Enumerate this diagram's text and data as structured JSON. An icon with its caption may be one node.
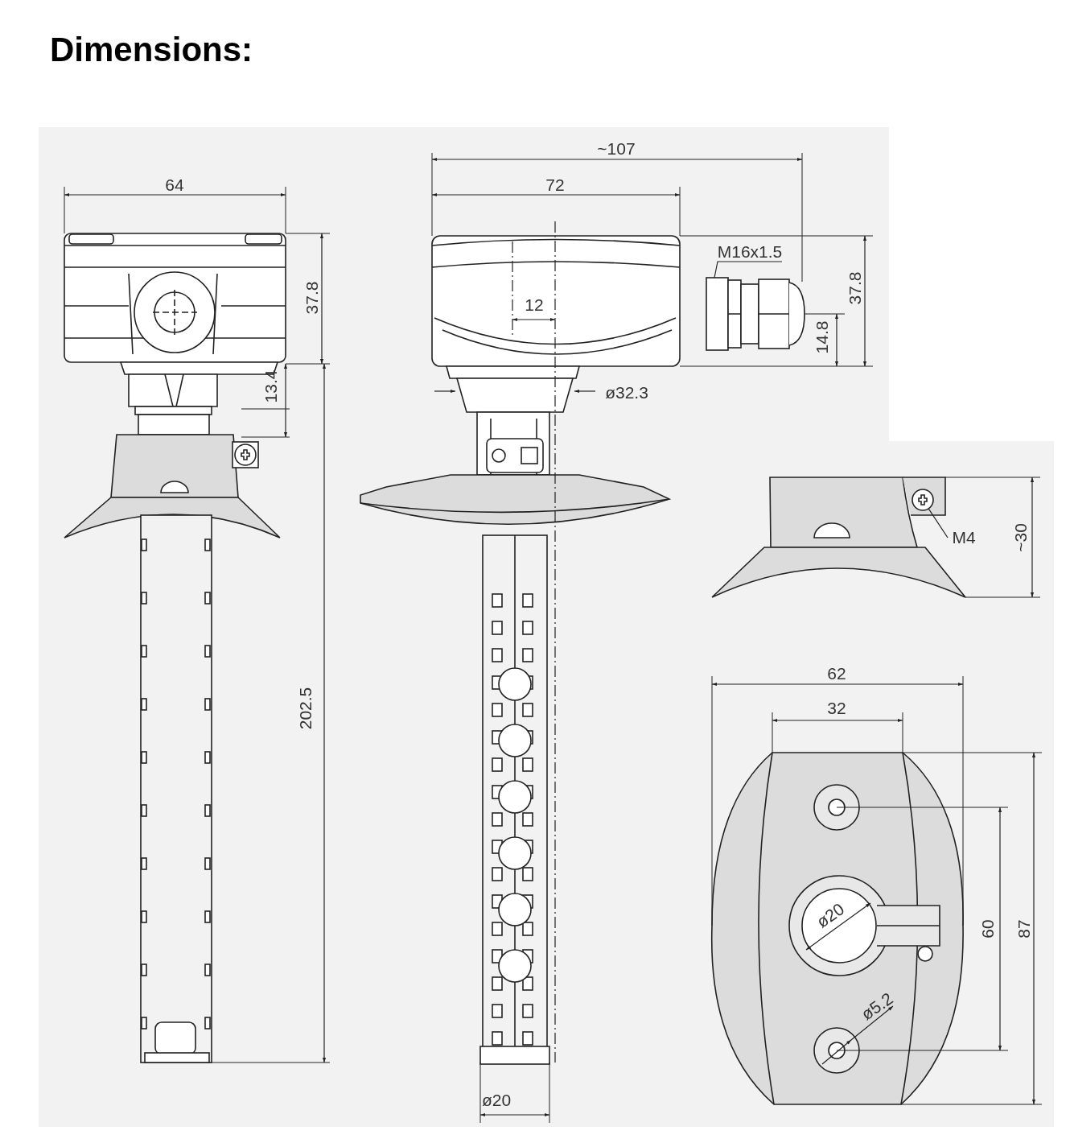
{
  "diagram": {
    "title": "Dimensions:",
    "nodes": [
      {
        "text": [
          "M16x1.5"
        ]
      },
      {
        "text": [],
        "shape": "box"
      },
      {
        "text": [
          "M4"
        ]
      },
      {
        "text": [],
        "shape": "circle"
      }
    ],
    "edges": [
      {
        "from": 0,
        "to": 1,
        "arrow": "none"
      },
      {
        "from": 2,
        "to": 3,
        "arrow": "none"
      }
    ],
    "labels": [
      "64",
      "~107",
      "72",
      "37.8",
      "12",
      "37.8",
      "14.8",
      "13.4",
      "ø32.3",
      "~30",
      "202.5",
      "62",
      "32",
      "ø20",
      "60",
      "87",
      "ø5.2",
      "ø20"
    ]
  }
}
